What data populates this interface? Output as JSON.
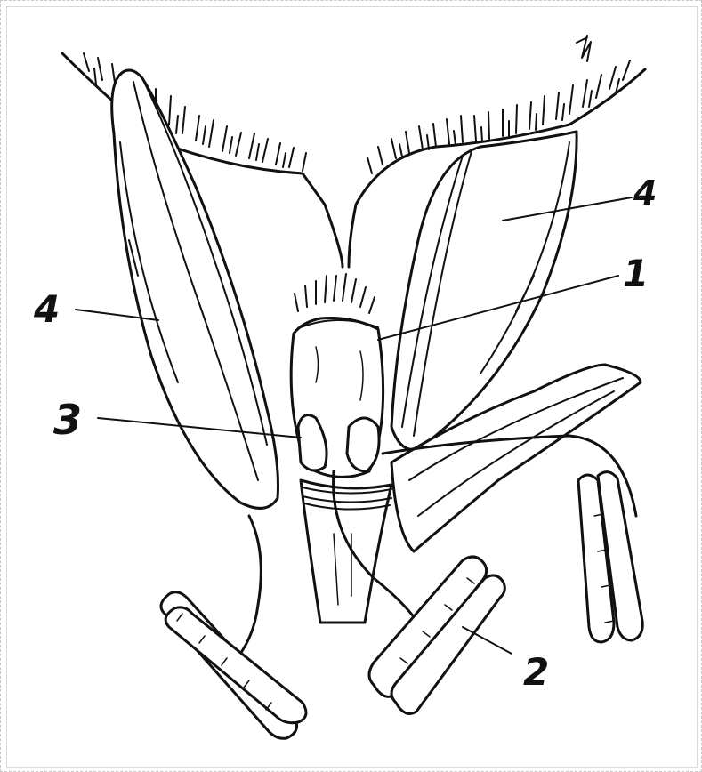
{
  "figure": {
    "labels": [
      {
        "id": "ovary",
        "text": "1"
      },
      {
        "id": "stamen",
        "text": "2"
      },
      {
        "id": "lodicule",
        "text": "3"
      },
      {
        "id": "glume-left",
        "text": "4"
      },
      {
        "id": "glume-right",
        "text": "4"
      }
    ]
  },
  "colors": {
    "ink": "#111111",
    "background": "#ffffff",
    "frame": "#c8c8c8"
  }
}
